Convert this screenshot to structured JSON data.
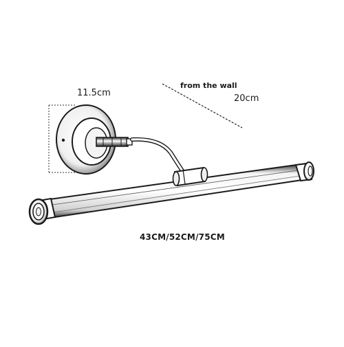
{
  "labels": {
    "diameter": "11.5cm",
    "from_wall": "from  the wall",
    "depth": "20cm",
    "lengths": "43CM/52CM/75CM"
  },
  "colors": {
    "line": "#1a1a1a",
    "fill": "#ffffff",
    "highlight": "#f2f2f2",
    "shadow": "#4a4a4a"
  }
}
